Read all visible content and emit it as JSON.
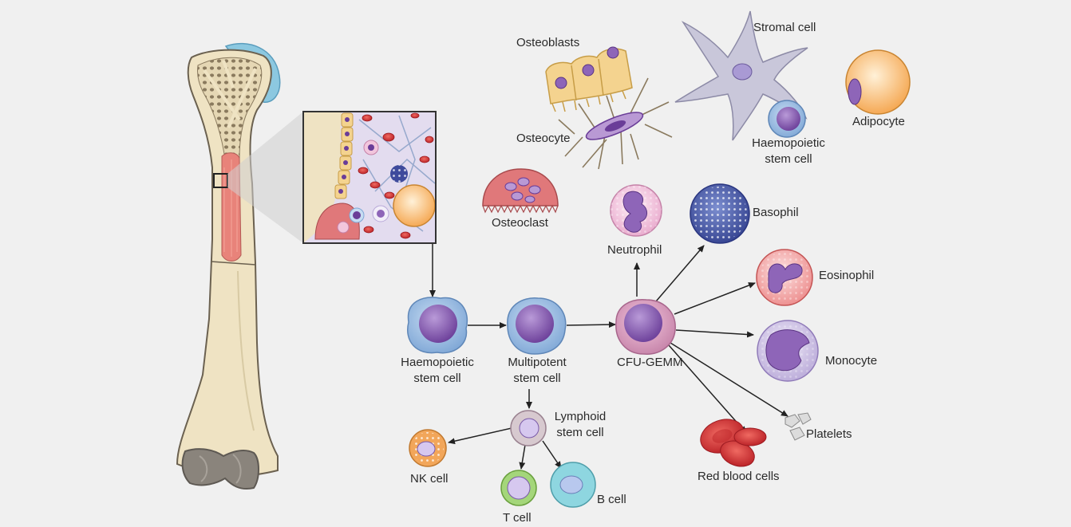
{
  "labels": {
    "osteoblasts": "Osteoblasts",
    "osteocyte": "Osteocyte",
    "stromal_cell": "Stromal cell",
    "adipocyte": "Adipocyte",
    "hsc_top_1": "Haemopoietic",
    "hsc_top_2": "stem cell",
    "osteoclast": "Osteoclast",
    "neutrophil": "Neutrophil",
    "basophil": "Basophil",
    "eosinophil": "Eosinophil",
    "monocyte": "Monocyte",
    "platelets": "Platelets",
    "red_blood_cells": "Red blood cells",
    "cfu_gemm": "CFU-GEMM",
    "hsc_1": "Haemopoietic",
    "hsc_2": "stem cell",
    "multipotent_1": "Multipotent",
    "multipotent_2": "stem cell",
    "lymphoid_1": "Lymphoid",
    "lymphoid_2": "stem cell",
    "nk_cell": "NK cell",
    "t_cell": "T cell",
    "b_cell": "B cell"
  },
  "colors": {
    "background": "#f0f0f0",
    "bone": "#efe3c3",
    "bone_outline": "#6b6150",
    "marrow": "#e8837a",
    "cartilage": "#8cc8e0",
    "stem_cell": "#8e65b8",
    "stem_nucleus": "#6a3d98",
    "red_cell": "#d9373a",
    "adipocyte": "#f7bd72",
    "osteoblast": "#f4d38f",
    "osteoclast": "#e0787a",
    "arrow": "#222222"
  }
}
